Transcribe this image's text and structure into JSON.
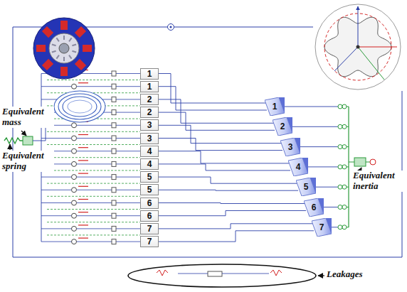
{
  "diagram": {
    "nodes": [
      {
        "text": [
          "1"
        ]
      },
      {
        "text": [
          "1"
        ]
      },
      {
        "text": [
          "2"
        ]
      },
      {
        "text": [
          "2"
        ]
      },
      {
        "text": [
          "3"
        ]
      },
      {
        "text": [
          "3"
        ]
      },
      {
        "text": [
          "4"
        ]
      },
      {
        "text": [
          "4"
        ]
      },
      {
        "text": [
          "5"
        ]
      },
      {
        "text": [
          "5"
        ]
      },
      {
        "text": [
          "6"
        ]
      },
      {
        "text": [
          "6"
        ]
      },
      {
        "text": [
          "7"
        ]
      },
      {
        "text": [
          "7"
        ]
      },
      {
        "text": [
          "1"
        ]
      },
      {
        "text": [
          "2"
        ]
      },
      {
        "text": [
          "3"
        ]
      },
      {
        "text": [
          "4"
        ]
      },
      {
        "text": [
          "5"
        ]
      },
      {
        "text": [
          "6"
        ]
      },
      {
        "text": [
          "7"
        ]
      }
    ],
    "edges": [
      {
        "from": 0,
        "to": 14,
        "arrow": "none"
      },
      {
        "from": 1,
        "to": 14,
        "arrow": "none"
      },
      {
        "from": 2,
        "to": 15,
        "arrow": "none"
      },
      {
        "from": 3,
        "to": 15,
        "arrow": "none"
      },
      {
        "from": 4,
        "to": 16,
        "arrow": "none"
      },
      {
        "from": 5,
        "to": 16,
        "arrow": "none"
      },
      {
        "from": 6,
        "to": 17,
        "arrow": "none"
      },
      {
        "from": 7,
        "to": 17,
        "arrow": "none"
      },
      {
        "from": 8,
        "to": 18,
        "arrow": "none"
      },
      {
        "from": 9,
        "to": 18,
        "arrow": "none"
      },
      {
        "from": 10,
        "to": 19,
        "arrow": "none"
      },
      {
        "from": 11,
        "to": 19,
        "arrow": "none"
      },
      {
        "from": 12,
        "to": 20,
        "arrow": "none"
      },
      {
        "from": 13,
        "to": 20,
        "arrow": "none"
      }
    ],
    "labels": [
      "Equivalent mass",
      "Equivalent spring",
      "Equivalent inertia",
      "Leakages"
    ]
  }
}
